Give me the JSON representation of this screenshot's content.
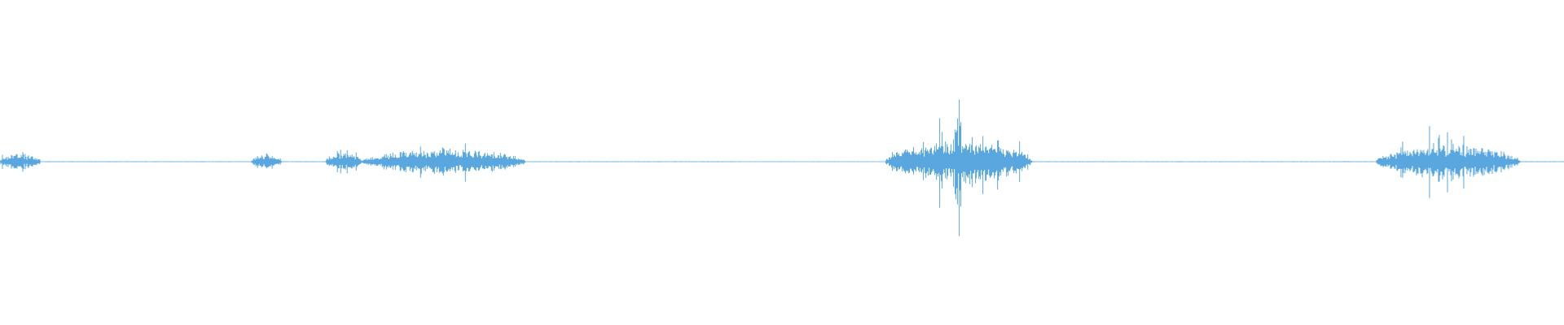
{
  "waveform": {
    "color": "#5aa7e0",
    "background": "#ffffff",
    "samples": 1920,
    "seed": 7,
    "baseline_amplitude": 0.006,
    "bursts": [
      {
        "start": 0.0,
        "end": 0.026,
        "amplitude": 0.09,
        "spike": 0.12
      },
      {
        "start": 0.161,
        "end": 0.18,
        "amplitude": 0.1,
        "spike": 0.1
      },
      {
        "start": 0.208,
        "end": 0.232,
        "amplitude": 0.11,
        "spike": 0.11
      },
      {
        "start": 0.232,
        "end": 0.336,
        "amplitude": 0.16,
        "spike": 0.26
      },
      {
        "start": 0.566,
        "end": 0.66,
        "amplitude": 0.28,
        "spike": 0.98
      },
      {
        "start": 0.88,
        "end": 0.972,
        "amplitude": 0.22,
        "spike": 0.62
      }
    ],
    "quiet_segments": [
      {
        "start": 0.47,
        "end": 0.566,
        "amplitude": 0.004
      }
    ]
  }
}
